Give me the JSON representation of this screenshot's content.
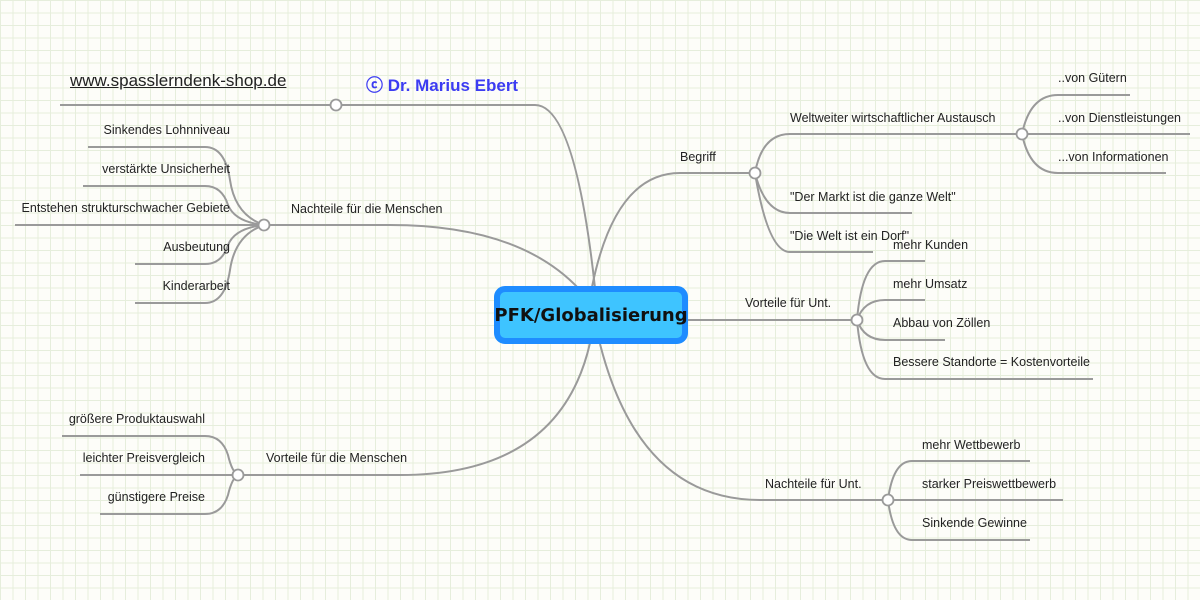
{
  "header": {
    "website": "www.spasslerndenk-shop.de",
    "author": "ⓒ Dr. Marius Ebert"
  },
  "center": {
    "title": "PFK/Globalisierung"
  },
  "branches": {
    "nachteile_menschen": {
      "label": "Nachteile für die Menschen",
      "items": [
        "Sinkendes Lohnniveau",
        "verstärkte Unsicherheit",
        "Entstehen strukturschwacher Gebiete",
        "Ausbeutung",
        "Kinderarbeit"
      ]
    },
    "vorteile_menschen": {
      "label": "Vorteile für die Menschen",
      "items": [
        "größere Produktauswahl",
        "leichter Preisvergleich",
        "günstigere Preise"
      ]
    },
    "begriff": {
      "label": "Begriff",
      "items": [
        "Weltweiter wirtschaftlicher Austausch",
        "\"Der Markt ist die ganze Welt\"",
        "\"Die Welt ist ein Dorf\""
      ],
      "austausch": [
        "..von Gütern",
        "..von Dienstleistungen",
        "...von Informationen"
      ]
    },
    "vorteile_unt": {
      "label": "Vorteile für Unt.",
      "items": [
        "mehr Kunden",
        "mehr Umsatz",
        "Abbau von Zöllen",
        "Bessere Standorte = Kostenvorteile"
      ]
    },
    "nachteile_unt": {
      "label": "Nachteile für Unt.",
      "items": [
        "mehr Wettbewerb",
        "starker Preiswettbewerb",
        "Sinkende Gewinne"
      ]
    }
  },
  "colors": {
    "line": "#9a9a9a",
    "node_border": "#1e8cff",
    "node_fill": "#3ec4ff",
    "author": "#3c3cf2"
  }
}
